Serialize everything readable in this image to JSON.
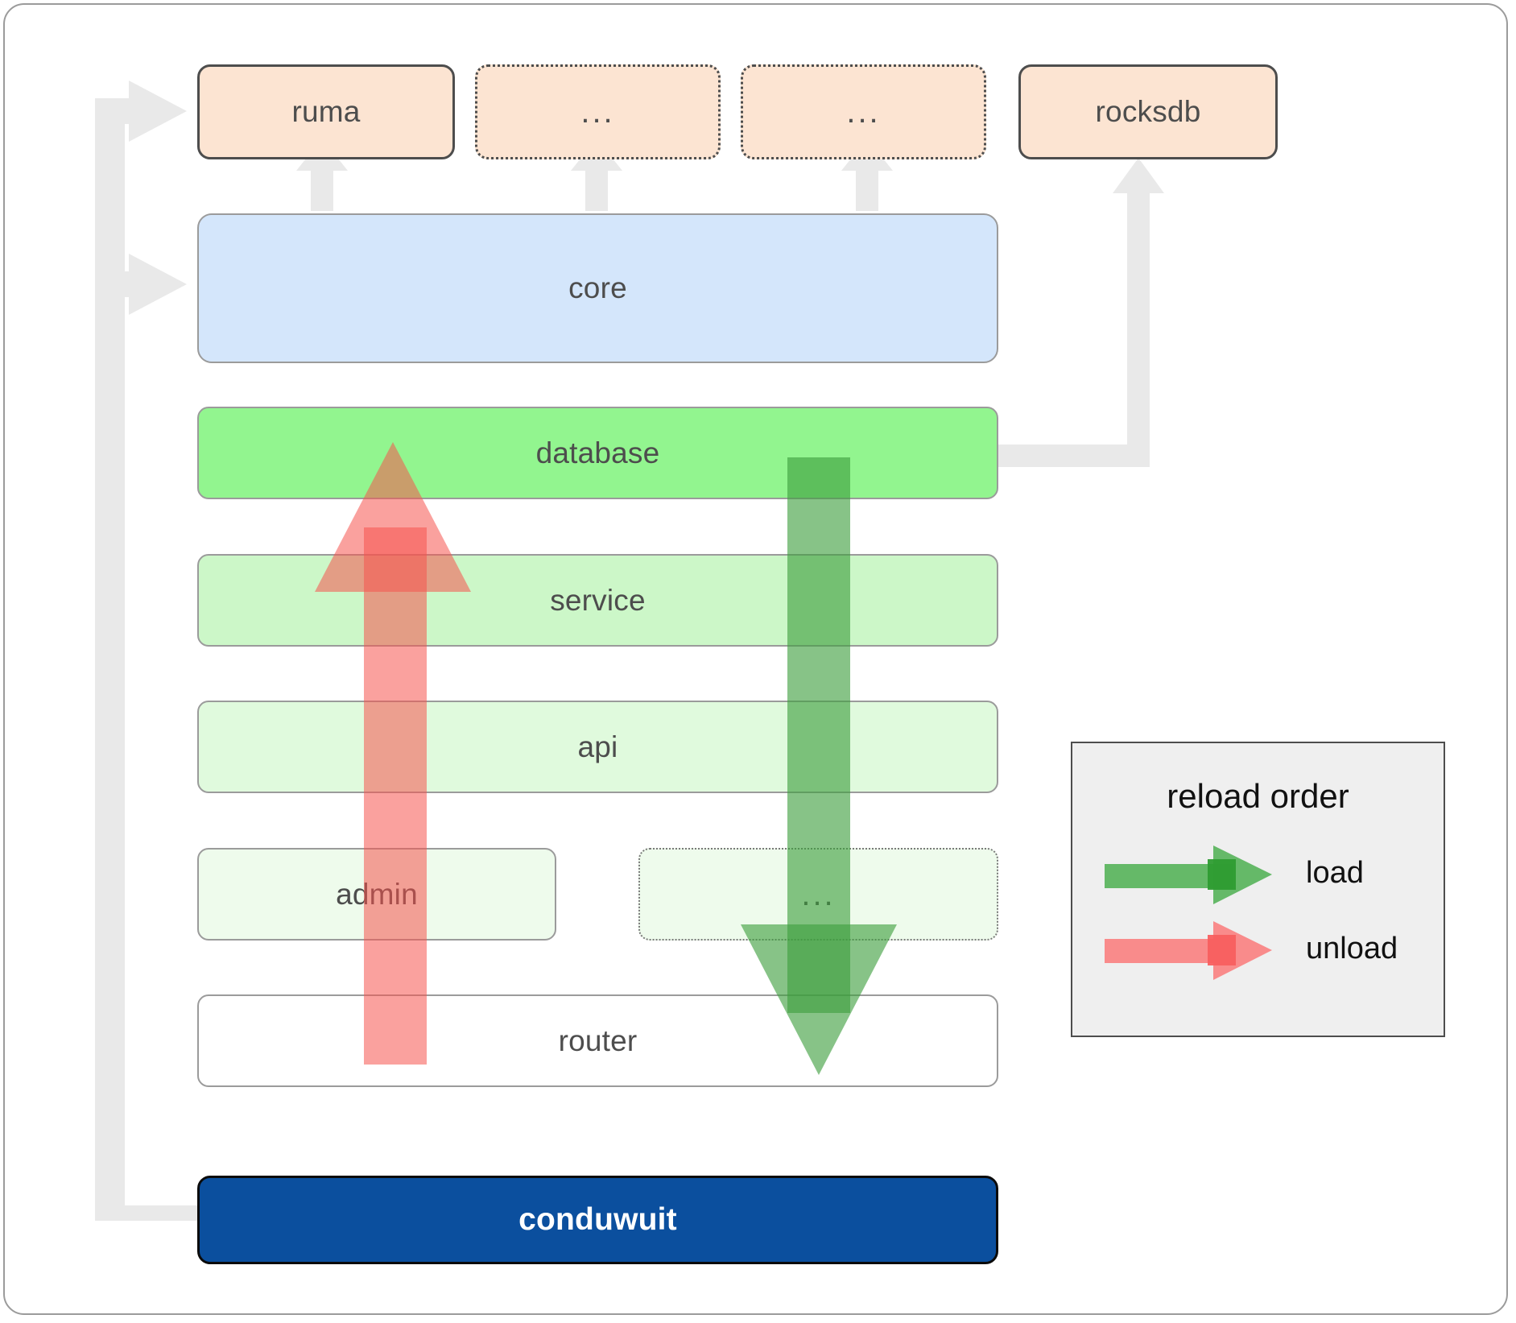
{
  "diagram": {
    "title": "conduwuit crate dependency / reload order diagram",
    "colors": {
      "dependency_fill": "#fce4d2",
      "core_fill": "#d4e6fb",
      "database_fill": "#92f58f",
      "service_fill": "#ccf7c8",
      "api_fill": "#e0fadd",
      "admin_fill": "#eefbec",
      "router_fill": "#ffffff",
      "root_fill": "#0b4f9e",
      "load_arrow": "#4caf50",
      "unload_arrow": "#f98080",
      "connector": "#e9e9e9",
      "frame_border": "#9b9b9b"
    }
  },
  "dependencies": [
    {
      "id": "ruma",
      "label": "ruma",
      "style": "solid"
    },
    {
      "id": "dep-ellipsis-1",
      "label": "...",
      "style": "dotted"
    },
    {
      "id": "dep-ellipsis-2",
      "label": "...",
      "style": "dotted"
    },
    {
      "id": "rocksdb",
      "label": "rocksdb",
      "style": "solid"
    }
  ],
  "layers": [
    {
      "id": "core",
      "label": "core"
    },
    {
      "id": "database",
      "label": "database"
    },
    {
      "id": "service",
      "label": "service"
    },
    {
      "id": "api",
      "label": "api"
    },
    {
      "id": "admin",
      "label": "admin"
    },
    {
      "id": "layer-ellipsis",
      "label": "..."
    },
    {
      "id": "router",
      "label": "router"
    }
  ],
  "root": {
    "id": "conduwuit",
    "label": "conduwuit"
  },
  "legend": {
    "title": "reload order",
    "items": [
      {
        "id": "load",
        "label": "load",
        "color": "#4caf50"
      },
      {
        "id": "unload",
        "label": "unload",
        "color": "#f98080"
      }
    ]
  }
}
